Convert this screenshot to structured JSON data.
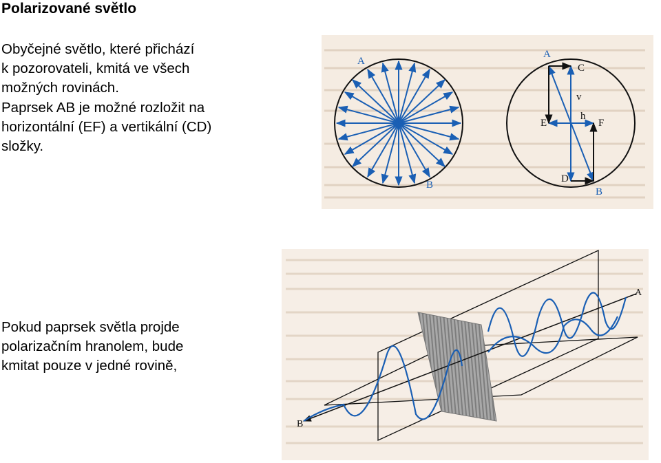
{
  "slide": {
    "title": "Polarizované světlo",
    "paragraph1": "Obyčejné světlo, které přichází\nk pozorovateli,  kmitá ve všech\nmožných rovinách.\nPaprsek AB je možné rozložit na\nhorizontální (EF) a vertikální (CD)\nsložky.",
    "paragraph2": "Pokud paprsek světla projde\npolarizačním hranolem, bude\nkmitat pouze v jedné rovině,"
  },
  "figure1": {
    "left_circle": {
      "label_a": "A",
      "label_b": "B"
    },
    "right_circle": {
      "label_a": "A",
      "label_b": "B",
      "label_c": "C",
      "label_d": "D",
      "label_e": "E",
      "label_f": "F",
      "label_v": "v",
      "label_h": "h"
    }
  },
  "figure2": {
    "label_a": "A",
    "label_b": "B"
  },
  "colors": {
    "arrow_blue": "#1a5fb4",
    "line_black": "#111111",
    "polarizer_gray": "#8f8f8f"
  }
}
